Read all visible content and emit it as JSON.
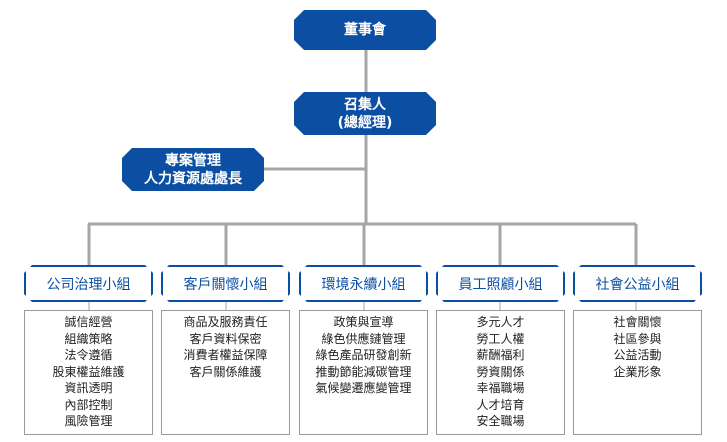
{
  "top": {
    "label": "董事會"
  },
  "convener": {
    "line1": "召集人",
    "line2": "(總經理)"
  },
  "side": {
    "line1": "專案管理",
    "line2": "人力資源處處長"
  },
  "groups": [
    {
      "name": "公司治理小組",
      "items": [
        "誠信經營",
        "組織策略",
        "法令遵循",
        "股東權益維護",
        "資訊透明",
        "內部控制",
        "風險管理"
      ]
    },
    {
      "name": "客戶關懷小組",
      "items": [
        "商品及服務責任",
        "客戶資料保密",
        "消費者權益保障",
        "客戶關係維護"
      ]
    },
    {
      "name": "環境永續小組",
      "items": [
        "政策與宣導",
        "綠色供應鏈管理",
        "綠色產品研發創新",
        "推動節能減碳管理",
        "氣候變遷應變管理"
      ]
    },
    {
      "name": "員工照顧小組",
      "items": [
        "多元人才",
        "勞工人權",
        "薪酬福利",
        "勞資關係",
        "幸福職場",
        "人才培育",
        "安全職場"
      ]
    },
    {
      "name": "社會公益小組",
      "items": [
        "社會關懷",
        "社區參與",
        "公益活動",
        "企業形象"
      ]
    }
  ],
  "colors": {
    "primary": "#0b4ea2",
    "connector": "#a6a6a6",
    "item_border": "#9a9a9a"
  }
}
